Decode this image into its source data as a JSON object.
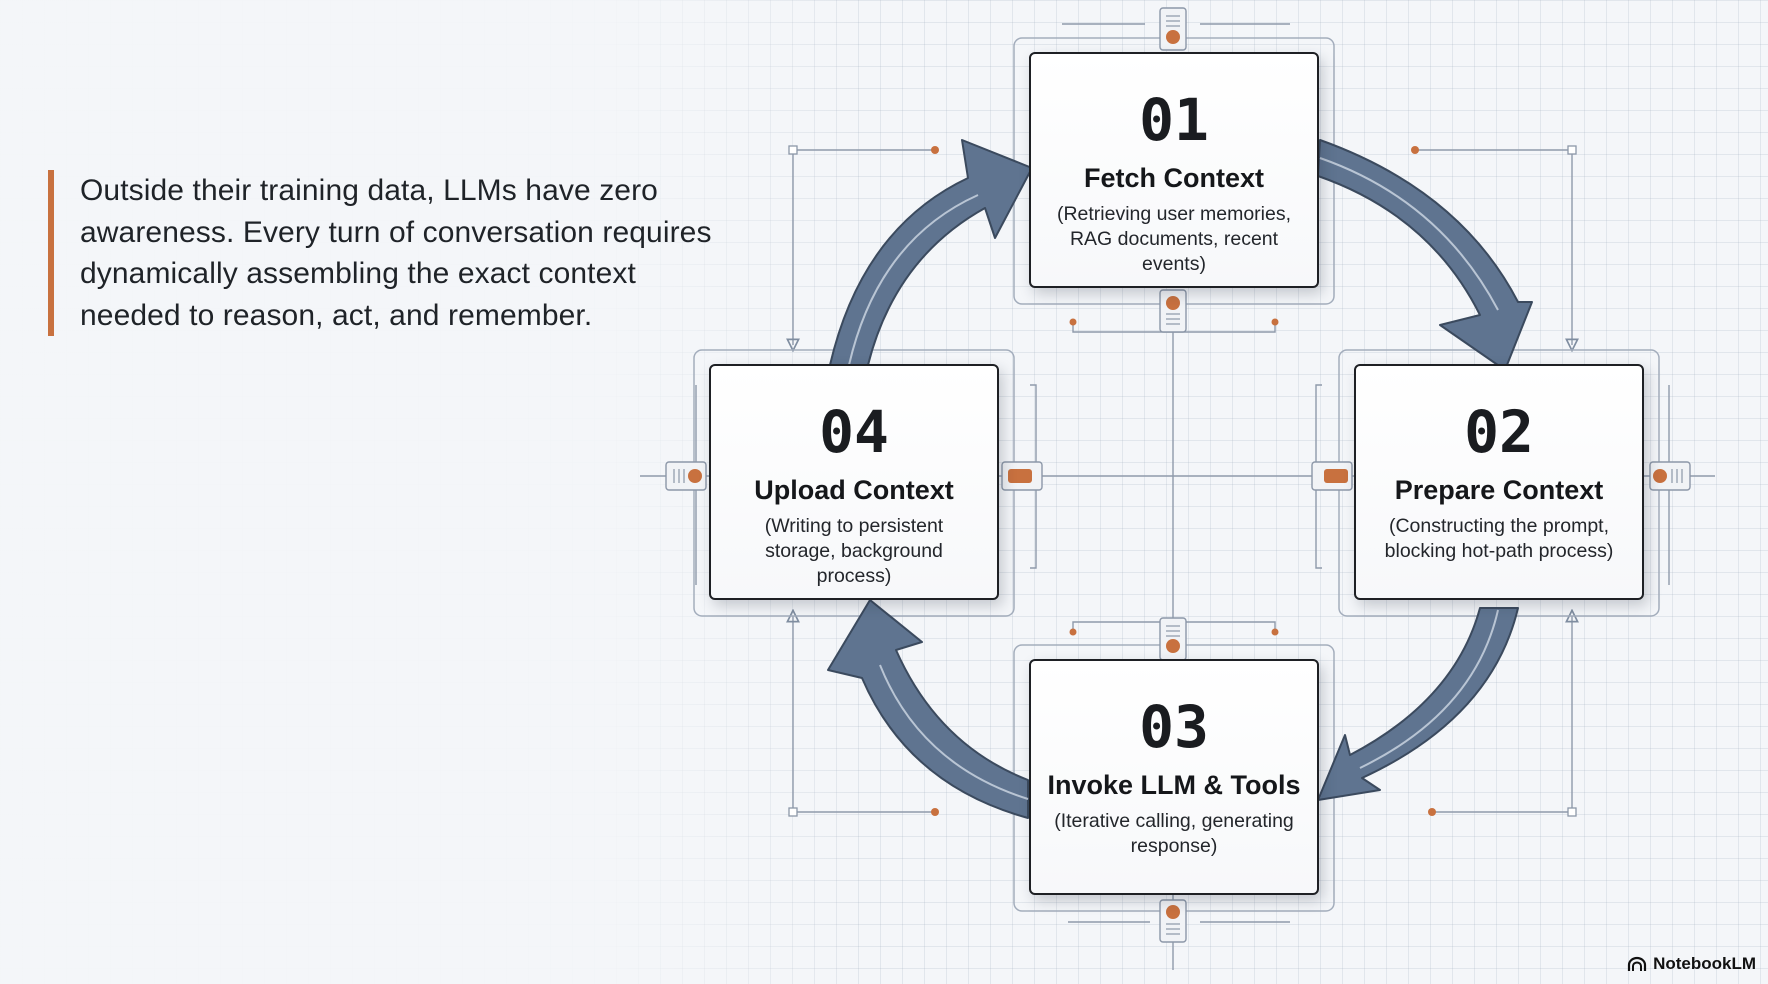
{
  "intro": {
    "text": "Outside their training data, LLMs have zero awareness. Every turn of conversation requires dynamically assembling the exact context needed to reason, act, and remember."
  },
  "steps": [
    {
      "number": "01",
      "title": "Fetch Context",
      "description": "(Retrieving user memories, RAG documents, recent events)"
    },
    {
      "number": "02",
      "title": "Prepare Context",
      "description": "(Constructing the prompt, blocking hot-path process)"
    },
    {
      "number": "03",
      "title": "Invoke LLM & Tools",
      "description": "(Iterative calling, generating response)"
    },
    {
      "number": "04",
      "title": "Upload Context",
      "description": "(Writing to persistent storage, background process)"
    }
  ],
  "branding": {
    "label": "NotebookLM"
  },
  "colors": {
    "accent": "#c8713f",
    "arrow": "#5f7490",
    "card_border": "#1e2024"
  }
}
